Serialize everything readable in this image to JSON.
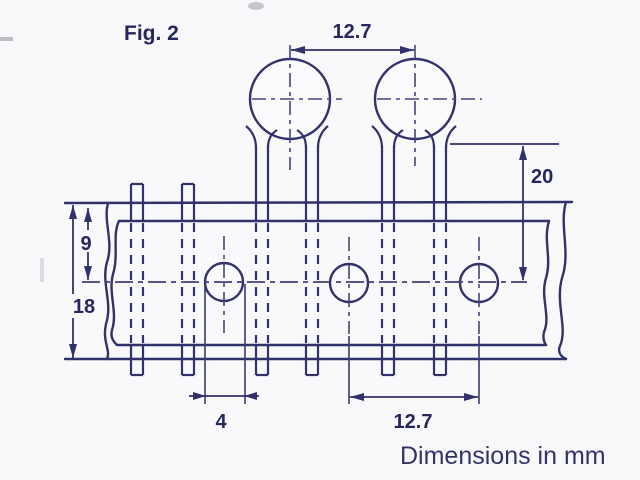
{
  "figure_label": "Fig. 2",
  "note": "Dimensions in mm",
  "dimensions": {
    "top_pitch": "12.7",
    "lead_height": "20",
    "hole_offset": "9",
    "tape_width": "18",
    "hole_diameter": "4",
    "hole_pitch": "12.7"
  },
  "colors": {
    "ink": "#31316b",
    "background": "#f9f8fa"
  }
}
